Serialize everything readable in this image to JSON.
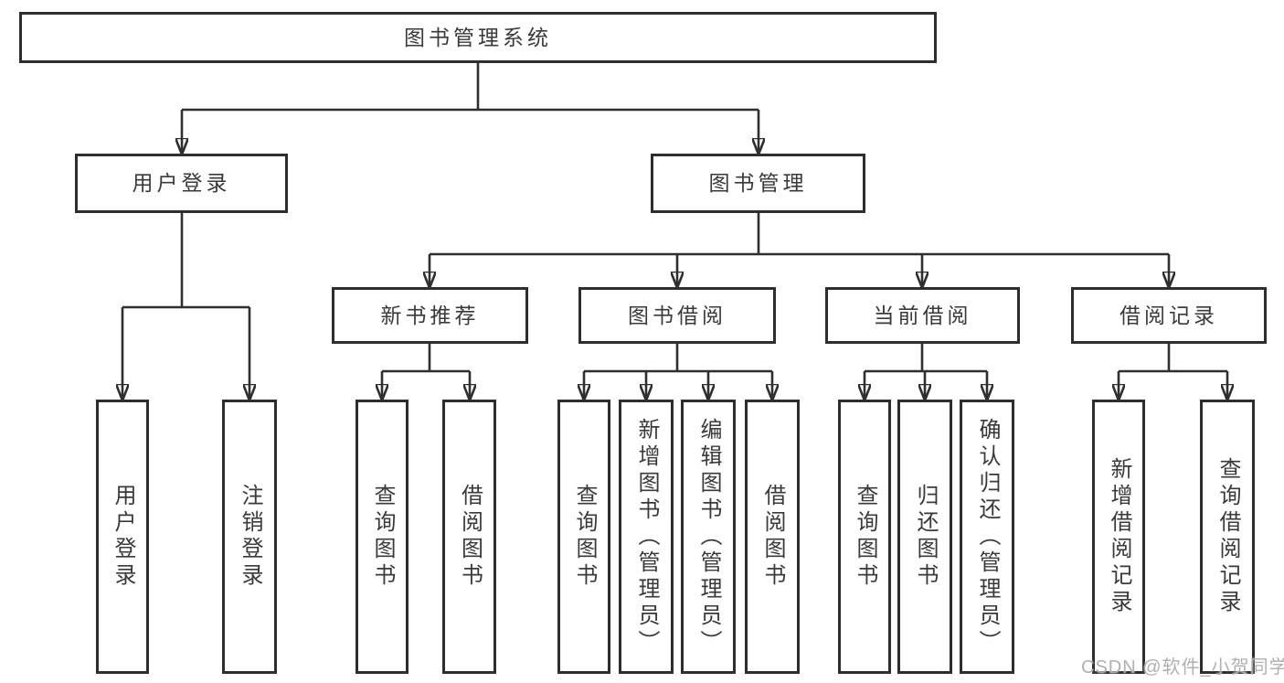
{
  "colors": {
    "background": "#ffffff",
    "line": "#2f2f2f",
    "box_border": "#2e2e2e",
    "box_fill": "#ffffff",
    "text": "#3a3a3a",
    "watermark": "#acacac"
  },
  "tree": {
    "label": "图书管理系统",
    "children": [
      {
        "label": "用户登录",
        "children": [
          {
            "label": "用户登录"
          },
          {
            "label": "注销登录"
          }
        ]
      },
      {
        "label": "图书管理",
        "children": [
          {
            "label": "新书推荐",
            "children": [
              {
                "label": "查询图书"
              },
              {
                "label": "借阅图书"
              }
            ]
          },
          {
            "label": "图书借阅",
            "children": [
              {
                "label": "查询图书"
              },
              {
                "label": "新增图书（管理员）"
              },
              {
                "label": "编辑图书（管理员）"
              },
              {
                "label": "借阅图书"
              }
            ]
          },
          {
            "label": "当前借阅",
            "children": [
              {
                "label": "查询图书"
              },
              {
                "label": "归还图书"
              },
              {
                "label": "确认归还（管理员）"
              }
            ]
          },
          {
            "label": "借阅记录",
            "children": [
              {
                "label": "新增借阅记录"
              },
              {
                "label": "查询借阅记录"
              }
            ]
          }
        ]
      }
    ]
  },
  "watermark": {
    "text": "CSDN @软件_小贺同学"
  }
}
